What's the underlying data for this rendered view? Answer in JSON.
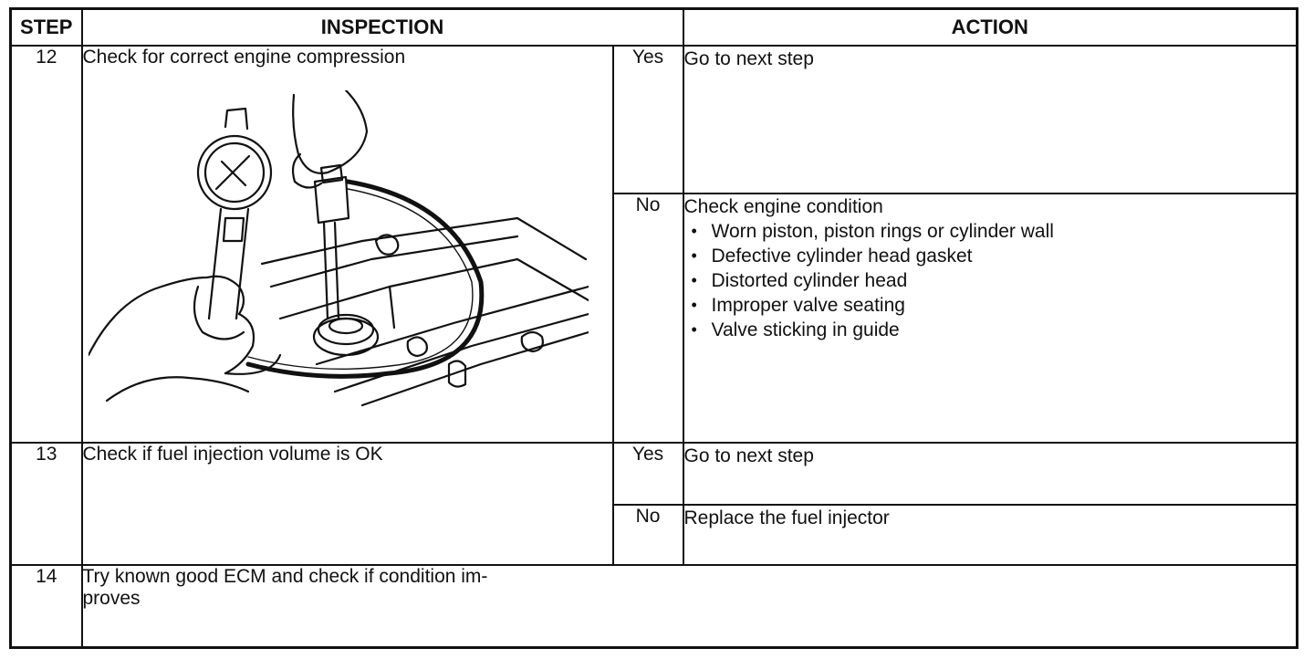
{
  "headers": {
    "step": "STEP",
    "inspection": "INSPECTION",
    "action": "ACTION"
  },
  "rows": [
    {
      "step": "12",
      "inspection": "Check for correct engine compression",
      "yes_label": "Yes",
      "yes_action": "Go to next step",
      "no_label": "No",
      "no_action": "Check engine condition",
      "no_items": [
        "Worn piston, piston rings or cylinder wall",
        "Defective cylinder head gasket",
        "Distorted cylinder head",
        "Improper valve seating",
        "Valve sticking in guide"
      ]
    },
    {
      "step": "13",
      "inspection": "Check if fuel injection volume is OK",
      "yes_label": "Yes",
      "yes_action": "Go to next step",
      "no_label": "No",
      "no_action": "Replace the fuel injector"
    },
    {
      "step": "14",
      "inspection_line1": "Try known good ECM and check if condition im-",
      "inspection_line2": "proves"
    }
  ],
  "illustration": {
    "icon": "compression-gauge-illustration"
  }
}
